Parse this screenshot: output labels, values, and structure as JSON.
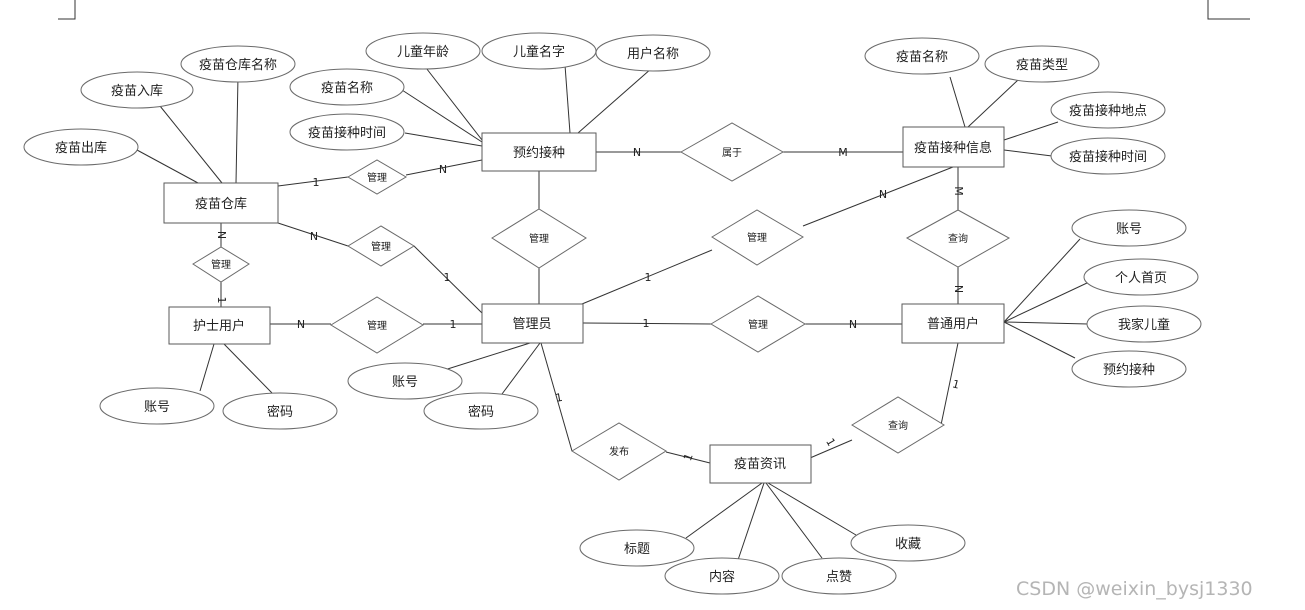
{
  "entities": {
    "yuyue": "预约接种",
    "cangku": "疫苗仓库",
    "xinxi": "疫苗接种信息",
    "hushi": "护士用户",
    "guanli": "管理员",
    "putong": "普通用户",
    "zixun": "疫苗资讯"
  },
  "attributes": {
    "cangku_mingcheng": "疫苗仓库名称",
    "ruku": "疫苗入库",
    "chuku": "疫苗出库",
    "ertong_nianling": "儿童年龄",
    "ertong_mingzi": "儿童名字",
    "yonghu_mingcheng": "用户名称",
    "yuyue_yimiao_mingcheng": "疫苗名称",
    "yuyue_jiezhong_shijian": "疫苗接种时间",
    "xinxi_yimiao_mingcheng": "疫苗名称",
    "yimiao_leixing": "疫苗类型",
    "jiezhong_didian": "疫苗接种地点",
    "xinxi_jiezhong_shijian": "疫苗接种时间",
    "putong_zhanghao": "账号",
    "geren_shouye": "个人首页",
    "wojia_ertong": "我家儿童",
    "putong_yuyue": "预约接种",
    "hushi_zhanghao": "账号",
    "hushi_mima": "密码",
    "guanli_zhanghao": "账号",
    "guanli_mima": "密码",
    "biaoti": "标题",
    "neirong": "内容",
    "dianzan": "点赞",
    "shoucang": "收藏"
  },
  "relationships": {
    "shuyu": "属于",
    "cangku_yuyue": "管理",
    "cangku_guanli": "管理",
    "cangku_hushi": "管理",
    "yuyue_guanli": "管理",
    "guanli_xinxi": "管理",
    "hushi_guanli": "管理",
    "guanli_putong": "管理",
    "putong_xinxi": "查询",
    "fabu": "发布",
    "putong_zixun": "查询"
  },
  "cardinality": {
    "yuyue_shuyu": "N",
    "shuyu_xinxi": "M",
    "cangku_r1": "1",
    "r1_yuyue": "N",
    "cangku_r2": "N",
    "r2_guanli": "1",
    "cangku_r3": "N",
    "r3_hushi": "1",
    "r5_guanli": "1",
    "r5_xinxi": "N",
    "hushi_r6": "N",
    "r6_guanli": "1",
    "guanli_r7": "1",
    "r7_putong": "N",
    "xinxi_r8": "M",
    "r8_putong": "N",
    "guanli_fabu": "1",
    "fabu_zixun": "1",
    "zixun_r9": "1",
    "r9_putong": "1"
  },
  "watermark": "CSDN @weixin_bysj1330"
}
